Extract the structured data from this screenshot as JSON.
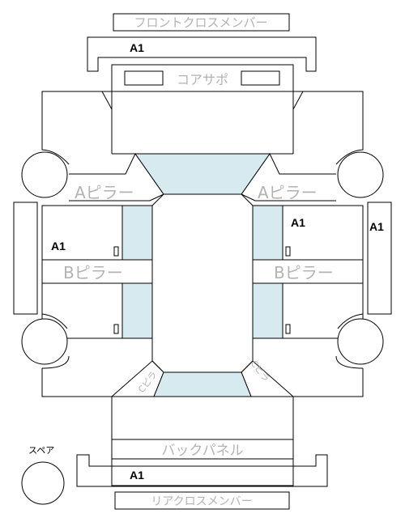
{
  "labels": {
    "front_cross_member": "フロントクロスメンバー",
    "core_support": "コアサポ",
    "a_pillar_left": "Aピラー",
    "a_pillar_right": "Aピラー",
    "b_pillar_left": "Bピラー",
    "b_pillar_right": "Bピラー",
    "back_panel": "バックパネル",
    "rear_cross_member": "リアクロスメンバー",
    "spare": "スペア",
    "pillar_c_left": "Cピラ",
    "pillar_c_right": "Cピラ"
  },
  "grades": {
    "front_cross_member": "A1",
    "right_side_sill": "A1",
    "right_a_pillar_area": "A1",
    "left_b_pillar_area": "A1",
    "rear_cross_member": "A1"
  },
  "colors": {
    "glass": "#d6eaf0",
    "label_gray": "#b3b3b3",
    "line": "#000000"
  }
}
